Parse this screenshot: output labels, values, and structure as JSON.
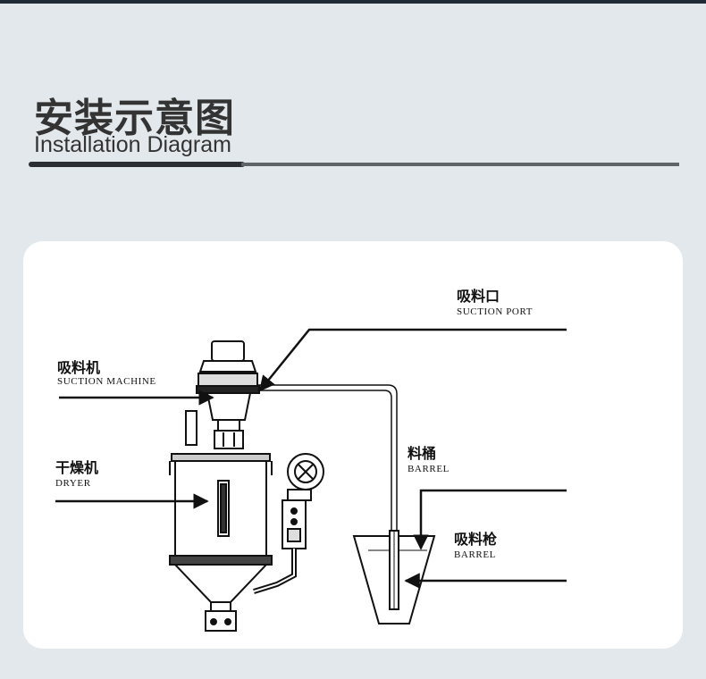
{
  "header": {
    "title_cn": "安装示意图",
    "title_en": "Installation Diagram"
  },
  "labels": {
    "suction_port": {
      "cn": "吸料口",
      "en": "SUCTION PORT"
    },
    "suction_machine": {
      "cn": "吸料机",
      "en": "SUCTION MACHINE"
    },
    "dryer": {
      "cn": "干燥机",
      "en": "DRYER"
    },
    "barrel": {
      "cn": "料桶",
      "en": "BARREL"
    },
    "suction_gun": {
      "cn": "吸料枪",
      "en": "BARREL"
    }
  },
  "colors": {
    "background": "#e3e8ec",
    "card": "#ffffff",
    "line": "#111111"
  }
}
